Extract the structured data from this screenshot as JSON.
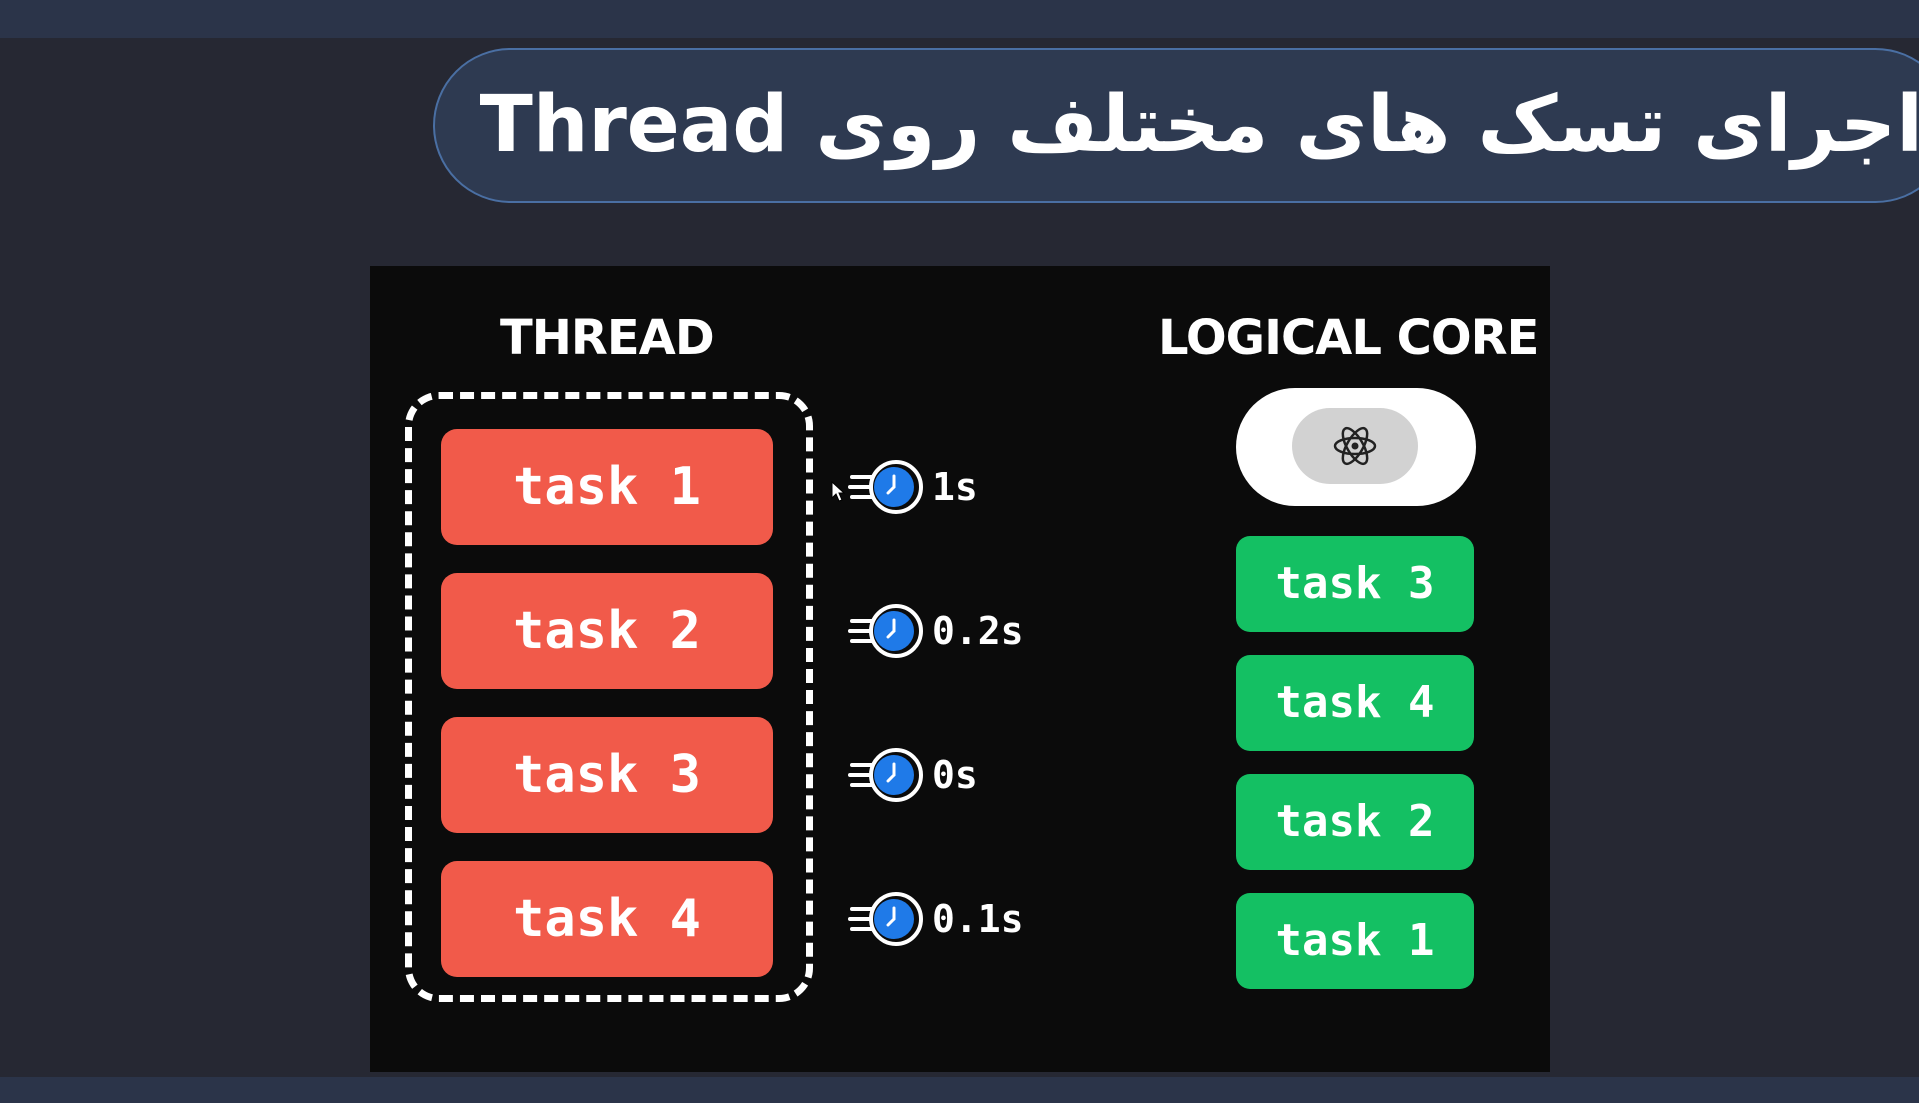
{
  "header": {
    "title": "اجرای تسک های مختلف روی Thread"
  },
  "diagram": {
    "thread_heading": "THREAD",
    "core_heading": "LOGICAL CORE",
    "thread_tasks": [
      "task 1",
      "task 2",
      "task 3",
      "task 4"
    ],
    "timings": [
      "1s",
      "0.2s",
      "0s",
      "0.1s"
    ],
    "core_tasks": [
      "task 3",
      "task 4",
      "task 2",
      "task 1"
    ],
    "core_icon": "atom-icon",
    "timer_icon": "clock-icon"
  },
  "colors": {
    "task_red": "#f15a4a",
    "task_green": "#14c063",
    "clock_blue": "#1f7ae8",
    "banner": "#2e3a51",
    "background": "#262833"
  }
}
